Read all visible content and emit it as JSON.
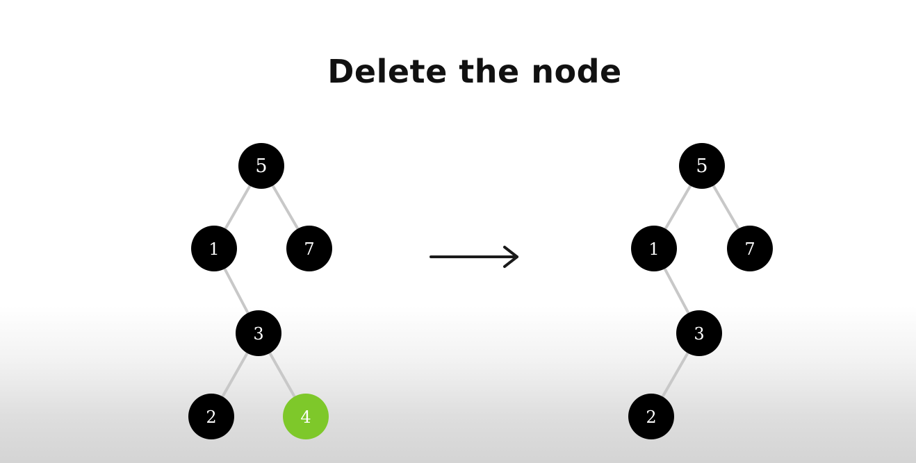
{
  "title": "Delete the node",
  "colors": {
    "node": "#000000",
    "highlight": "#7ec82a",
    "edge": "#c8c8c8",
    "arrow": "#1a1a1a",
    "label": "#ffffff"
  },
  "before_tree": {
    "nodes": [
      {
        "id": "b5",
        "label": "5"
      },
      {
        "id": "b1",
        "label": "1"
      },
      {
        "id": "b7",
        "label": "7"
      },
      {
        "id": "b3",
        "label": "3"
      },
      {
        "id": "b2",
        "label": "2"
      },
      {
        "id": "b4",
        "label": "4",
        "highlighted": true
      }
    ],
    "edges": [
      [
        "b5",
        "b1"
      ],
      [
        "b5",
        "b7"
      ],
      [
        "b1",
        "b3"
      ],
      [
        "b3",
        "b2"
      ],
      [
        "b3",
        "b4"
      ]
    ]
  },
  "after_tree": {
    "nodes": [
      {
        "id": "a5",
        "label": "5"
      },
      {
        "id": "a1",
        "label": "1"
      },
      {
        "id": "a7",
        "label": "7"
      },
      {
        "id": "a3",
        "label": "3"
      },
      {
        "id": "a2",
        "label": "2"
      }
    ],
    "edges": [
      [
        "a5",
        "a1"
      ],
      [
        "a5",
        "a7"
      ],
      [
        "a1",
        "a3"
      ],
      [
        "a3",
        "a2"
      ]
    ]
  },
  "arrow_icon": "right-arrow-icon"
}
